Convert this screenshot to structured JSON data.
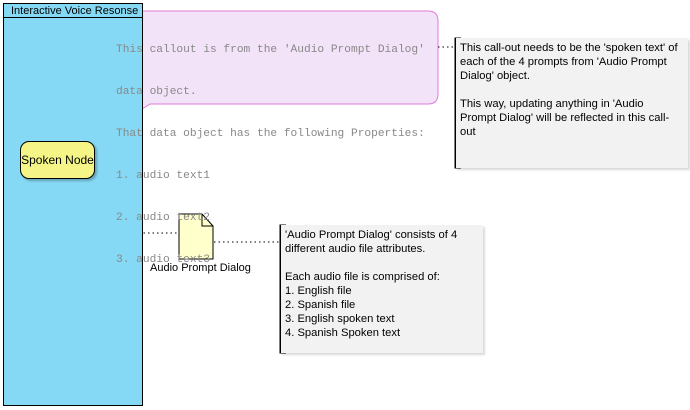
{
  "lane": {
    "title": "Interactive Voice Resonse"
  },
  "spoken_node": {
    "label": "Spoken Node"
  },
  "callout": {
    "lines": [
      "This callout is from the 'Audio Prompt Dialog'",
      "data object.",
      "That data object has the following Properties:",
      "1. audio text1",
      "2. audio text2",
      "3. audio text3"
    ]
  },
  "data_object": {
    "label": "Audio Prompt Dialog"
  },
  "note_top": {
    "para1": [
      "This call-out needs to be the 'spoken text' of",
      "each of the 4 prompts from 'Audio Prompt",
      "Dialog' object."
    ],
    "para2": [
      "This way, updating anything in 'Audio",
      "Prompt Dialog' will be reflected in this call-",
      "out"
    ]
  },
  "note_bottom": {
    "para1": [
      "'Audio Prompt Dialog' consists of 4",
      "different audio file attributes."
    ],
    "para2": [
      "Each audio file is comprised of:",
      "1. English file",
      "2. Spanish file",
      "3. English spoken text",
      "4. Spanish Spoken text"
    ]
  },
  "colors": {
    "lane_fill": "#86d9f4",
    "node_fill": "#f4f586",
    "callout_fill": "#f3e3f8",
    "callout_stroke": "#e07ad9",
    "note_fill": "#f2f2f2",
    "doc_fill": "#ffffcc"
  }
}
